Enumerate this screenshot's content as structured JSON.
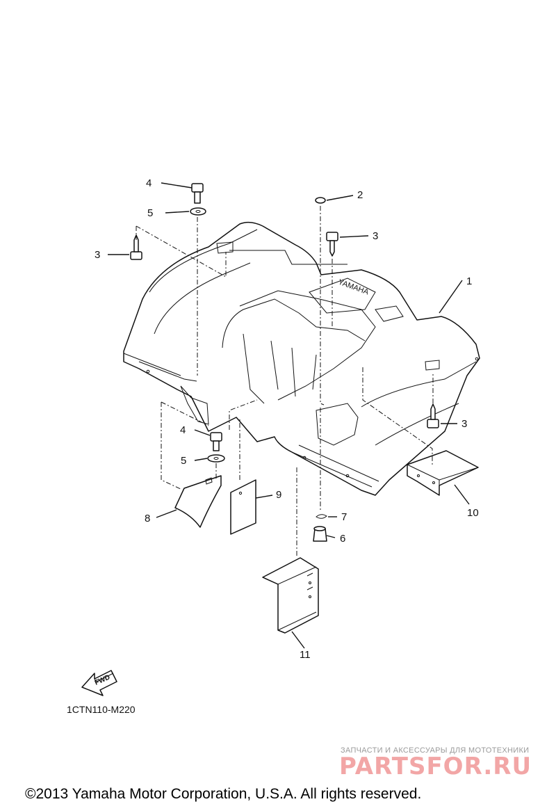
{
  "callouts": {
    "c1": "1",
    "c2": "2",
    "c3a": "3",
    "c3b": "3",
    "c3c": "3",
    "c4a": "4",
    "c4b": "4",
    "c5a": "5",
    "c5b": "5",
    "c6": "6",
    "c7": "7",
    "c8": "8",
    "c9": "9",
    "c10": "10",
    "c11": "11"
  },
  "fender_emblem": "YAMAHA",
  "fwd_label": "FWD",
  "diagram_code": "1CTN110-M220",
  "watermark": {
    "subtitle": "ЗАПЧАСТИ И АКСЕССУАРЫ ДЛЯ МОТОТЕХНИКИ",
    "logo": "PARTSFOR.RU"
  },
  "copyright": "©2013 Yamaha Motor Corporation, U.S.A. All rights reserved."
}
